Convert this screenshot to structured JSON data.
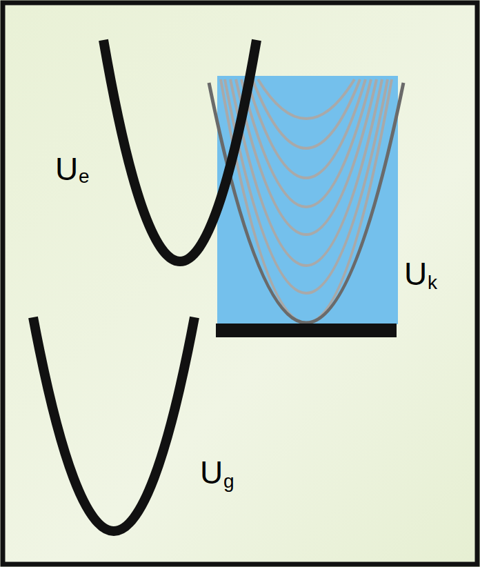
{
  "diagram": {
    "labels": [
      "U",
      "e",
      "U",
      "k",
      "U",
      "g"
    ]
  }
}
